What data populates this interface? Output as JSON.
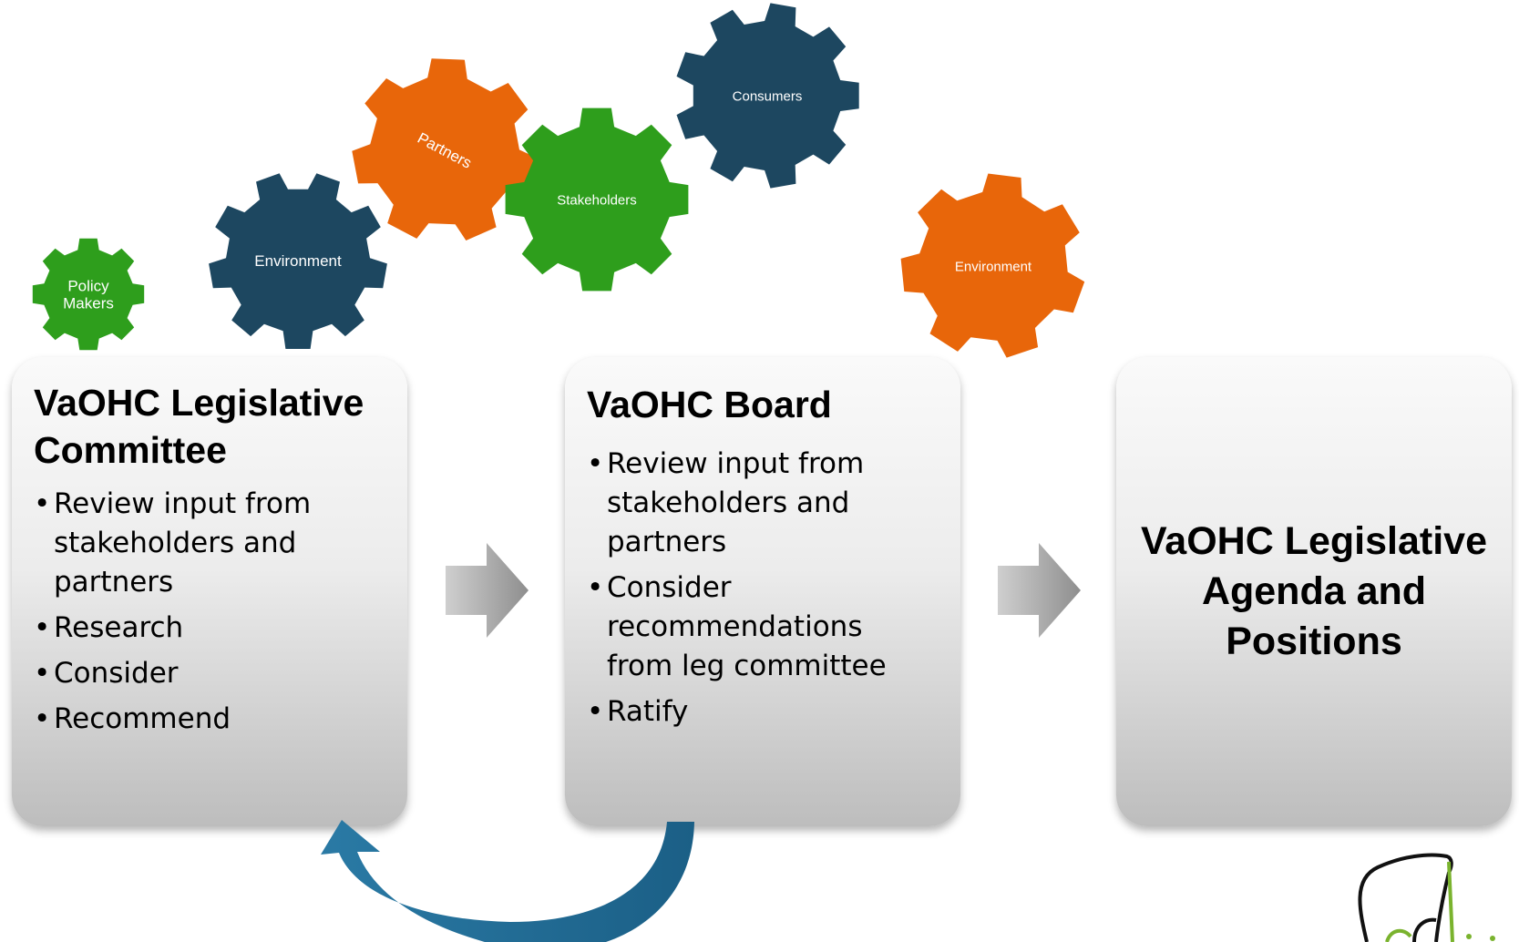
{
  "gears": [
    {
      "lines": [
        "Policy",
        "Makers"
      ],
      "color": "#2e9e1c"
    },
    {
      "lines": [
        "Environment"
      ],
      "color": "#1d4760"
    },
    {
      "lines": [
        "Partners"
      ],
      "color": "#e8660a"
    },
    {
      "lines": [
        "Stakeholders"
      ],
      "color": "#2e9e1c"
    },
    {
      "lines": [
        "Consumers"
      ],
      "color": "#1d4760"
    },
    {
      "lines": [
        "Environment"
      ],
      "color": "#e8660a"
    }
  ],
  "boxes": {
    "committee": {
      "title_line1": "VaOHC Legislative",
      "title_line2": "Committee",
      "bullets": [
        "Review input from stakeholders and partners",
        "Research",
        "Consider",
        "Recommend"
      ]
    },
    "board": {
      "title": "VaOHC Board",
      "bullets": [
        "Review input from stakeholders and partners",
        "Consider recommendations from leg committee",
        "Ratify"
      ]
    },
    "result": {
      "title_line1": "VaOHC Legislative",
      "title_line2": "Agenda and",
      "title_line3": "Positions"
    }
  },
  "colors": {
    "green": "#2e9e1c",
    "navy": "#1d4760",
    "orange": "#e8660a",
    "feedback_arrow": "#1f6a92",
    "flow_arrow": "#9a9a9a"
  }
}
